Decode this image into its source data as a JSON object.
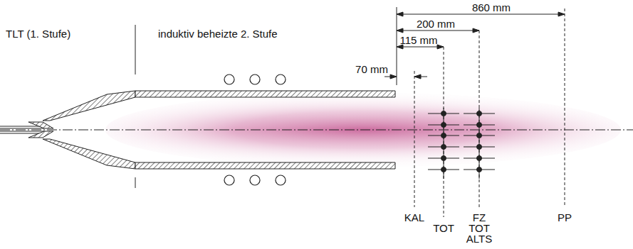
{
  "diagram": {
    "labels": [
      "TLT (1. Stufe)",
      "induktiv beheizte 2. Stufe",
      "860 mm",
      "200 mm",
      "115 mm",
      "70 mm",
      "KAL",
      "TOT",
      "FZ",
      "TOT",
      "ALTS",
      "PP"
    ]
  }
}
